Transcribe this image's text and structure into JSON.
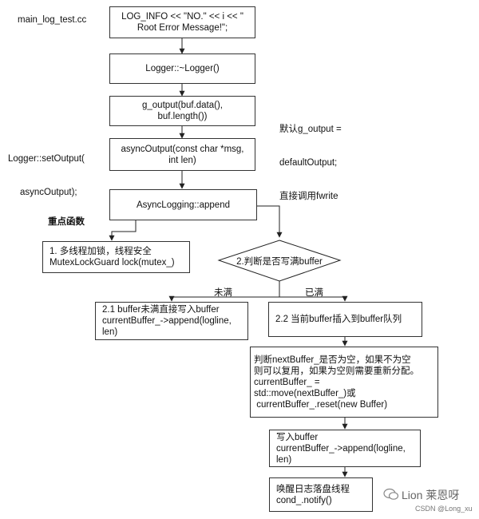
{
  "file_label": "main_log_test.cc",
  "side_note_setoutput": [
    "Logger::setOutput(",
    "asyncOutput);"
  ],
  "side_note_default": [
    "默认g_output =",
    "defaultOutput;",
    "直接调用fwrite"
  ],
  "key_function_label": "重点函数",
  "nodes": {
    "log_info": [
      "LOG_INFO << \"NO.\" << i << \"",
      "Root Error Message!\";"
    ],
    "destructor": [
      "Logger::~Logger()"
    ],
    "g_output": [
      "g_output(buf.data(),",
      "buf.length())"
    ],
    "async_output": [
      "asyncOutput(const char *msg,",
      "int len)"
    ],
    "append": [
      "AsyncLogging::append"
    ],
    "lock": [
      "1. 多线程加锁，线程安全",
      "MutexLockGuard lock(mutex_)"
    ],
    "decision": "2.判断是否写满buffer",
    "not_full_label": "未满",
    "full_label": "已满",
    "not_full": [
      "2.1 buffer未满直接写入buffer",
      "currentBuffer_->append(logline,",
      "len)"
    ],
    "full": [
      "2.2 当前buffer插入到buffer队列"
    ],
    "reuse": [
      "判断nextBuffer_是否为空，如果不为空",
      "则可以复用，如果为空则需要重新分配。",
      "currentBuffer_ =",
      "std::move(nextBuffer_)或",
      " currentBuffer_.reset(new Buffer)"
    ],
    "write": [
      "写入buffer",
      "currentBuffer_->append(logline,",
      "len)"
    ],
    "notify": [
      "唤醒日志落盘线程",
      "cond_.notify()"
    ]
  },
  "watermark": {
    "name": "Lion 莱恩呀",
    "sub": "CSDN @Long_xu"
  }
}
